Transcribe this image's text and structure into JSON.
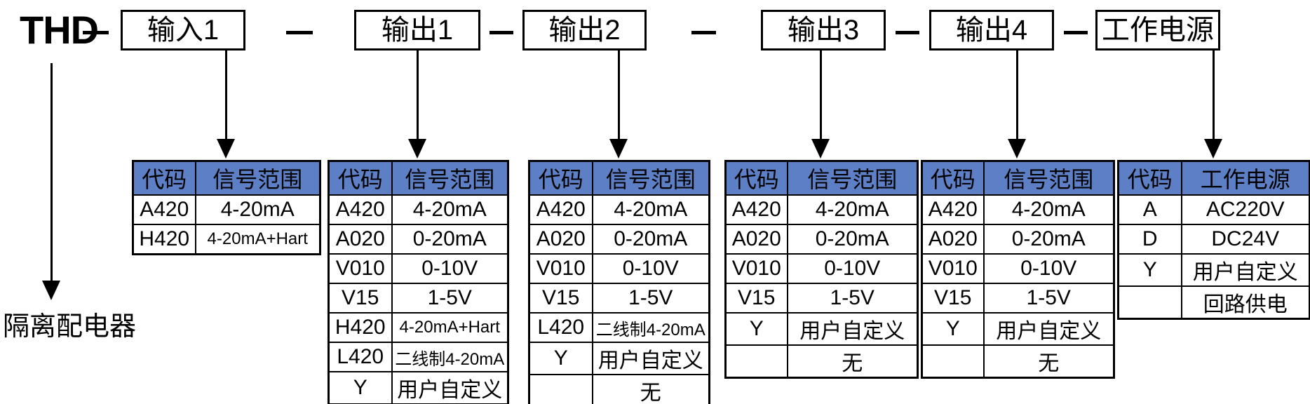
{
  "model_prefix": "THD",
  "model_prefix_note": "隔离配电器",
  "colors": {
    "header_bg": "#5c7fc6",
    "line": "#000000"
  },
  "segments": [
    {
      "label": "输入1",
      "table": {
        "headers": [
          "代码",
          "信号范围"
        ],
        "rows": [
          [
            "A420",
            "4-20mA"
          ],
          [
            "H420",
            "4-20mA+Hart"
          ]
        ]
      }
    },
    {
      "label": "输出1",
      "table": {
        "headers": [
          "代码",
          "信号范围"
        ],
        "rows": [
          [
            "A420",
            "4-20mA"
          ],
          [
            "A020",
            "0-20mA"
          ],
          [
            "V010",
            "0-10V"
          ],
          [
            "V15",
            "1-5V"
          ],
          [
            "H420",
            "4-20mA+Hart"
          ],
          [
            "L420",
            "二线制4-20mA"
          ],
          [
            "Y",
            "用户自定义"
          ]
        ]
      }
    },
    {
      "label": "输出2",
      "table": {
        "headers": [
          "代码",
          "信号范围"
        ],
        "rows": [
          [
            "A420",
            "4-20mA"
          ],
          [
            "A020",
            "0-20mA"
          ],
          [
            "V010",
            "0-10V"
          ],
          [
            "V15",
            "1-5V"
          ],
          [
            "L420",
            "二线制4-20mA"
          ],
          [
            "Y",
            "用户自定义"
          ],
          [
            "",
            "无"
          ]
        ]
      }
    },
    {
      "label": "输出3",
      "table": {
        "headers": [
          "代码",
          "信号范围"
        ],
        "rows": [
          [
            "A420",
            "4-20mA"
          ],
          [
            "A020",
            "0-20mA"
          ],
          [
            "V010",
            "0-10V"
          ],
          [
            "V15",
            "1-5V"
          ],
          [
            "Y",
            "用户自定义"
          ],
          [
            "",
            "无"
          ]
        ]
      }
    },
    {
      "label": "输出4",
      "table": {
        "headers": [
          "代码",
          "信号范围"
        ],
        "rows": [
          [
            "A420",
            "4-20mA"
          ],
          [
            "A020",
            "0-20mA"
          ],
          [
            "V010",
            "0-10V"
          ],
          [
            "V15",
            "1-5V"
          ],
          [
            "Y",
            "用户自定义"
          ],
          [
            "",
            "无"
          ]
        ]
      }
    },
    {
      "label": "工作电源",
      "table": {
        "headers": [
          "代码",
          "工作电源"
        ],
        "rows": [
          [
            "A",
            "AC220V"
          ],
          [
            "D",
            "DC24V"
          ],
          [
            "Y",
            "用户自定义"
          ],
          [
            "",
            "回路供电"
          ]
        ]
      }
    }
  ]
}
